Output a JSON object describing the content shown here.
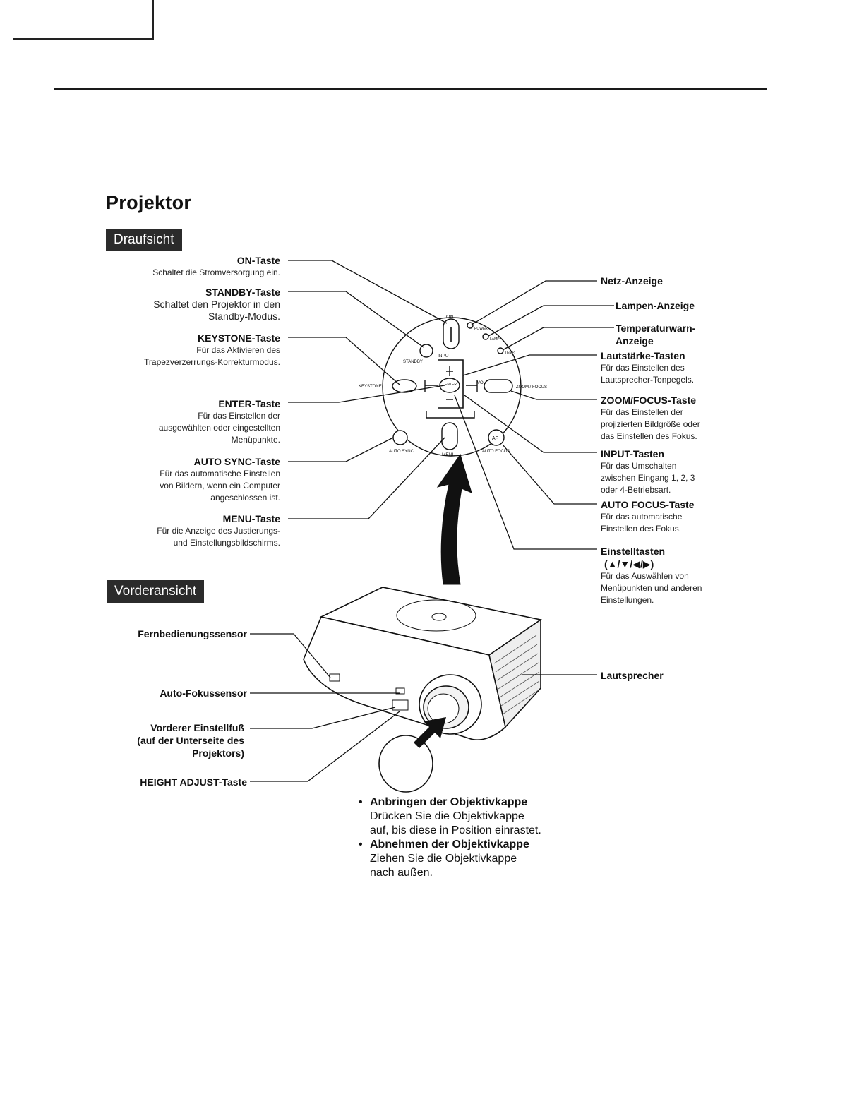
{
  "page": {
    "title": "Projektor",
    "section_top": "Draufsicht",
    "section_front": "Vorderansicht"
  },
  "top_view": {
    "left_labels": [
      {
        "title": "ON-Taste",
        "desc": [
          "Schaltet die Stromversorgung ein."
        ]
      },
      {
        "title": "STANDBY-Taste",
        "desc": [
          "Schaltet den Projektor in den",
          "Standby-Modus."
        ]
      },
      {
        "title": "KEYSTONE-Taste",
        "desc": [
          "Für das Aktivieren des",
          "Trapezverzerrungs-Korrekturmodus."
        ]
      },
      {
        "title": "ENTER-Taste",
        "desc": [
          "Für das Einstellen der",
          "ausgewählten oder eingestellten",
          "Menüpunkte."
        ]
      },
      {
        "title": "AUTO SYNC-Taste",
        "desc": [
          "Für das automatische Einstellen",
          "von Bildern, wenn ein Computer",
          "angeschlossen ist."
        ]
      },
      {
        "title": "MENU-Taste",
        "desc": [
          "Für die Anzeige des Justierungs-",
          "und Einstellungsbildschirms."
        ]
      }
    ],
    "right_labels": [
      {
        "title": "Netz-Anzeige",
        "desc": []
      },
      {
        "title": "Lampen-Anzeige",
        "desc": []
      },
      {
        "title": "Temperaturwarn-",
        "title2": "Anzeige",
        "desc": []
      },
      {
        "title": "Lautstärke-Tasten",
        "desc": [
          "Für das Einstellen des",
          "Lautsprecher-Tonpegels."
        ]
      },
      {
        "title": "ZOOM/FOCUS-Taste",
        "desc": [
          "Für das Einstellen der",
          "projizierten Bildgröße oder",
          "das Einstellen des Fokus."
        ]
      },
      {
        "title": "INPUT-Tasten",
        "desc": [
          "Für das Umschalten",
          "zwischen Eingang 1, 2, 3",
          "oder 4-Betriebsart."
        ]
      },
      {
        "title": "AUTO FOCUS-Taste",
        "desc": [
          "Für das automatische",
          "Einstellen des Fokus."
        ]
      },
      {
        "title": "Einstelltasten",
        "title2": "(▲/▼/◀/▶)",
        "desc": [
          "Für das Auswählen von",
          "Menüpunkten und anderen",
          "Einstellungen."
        ]
      }
    ],
    "panel_text": {
      "on": "ON",
      "standby": "STANDBY",
      "input": "INPUT",
      "keystone": "KEYSTONE",
      "enter": "ENTER",
      "vol": "VOL",
      "zoom_focus": "ZOOM / FOCUS",
      "auto_sync": "AUTO SYNC",
      "menu": "MENU",
      "auto_focus": "AUTO FOCUS",
      "af": "AF",
      "power": "POWER",
      "lamp": "LAMP",
      "temp": "TEMP."
    }
  },
  "front_view": {
    "left_labels": [
      {
        "lines": [
          "Fernbedienungssensor"
        ]
      },
      {
        "lines": [
          "Auto-Fokussensor"
        ]
      },
      {
        "lines": [
          "Vorderer Einstellfuß",
          "(auf der Unterseite des",
          "Projektors)"
        ]
      },
      {
        "lines": [
          "HEIGHT ADJUST-Taste"
        ]
      }
    ],
    "right_labels": [
      {
        "lines": [
          "Lautsprecher"
        ]
      }
    ]
  },
  "lens_cap": [
    {
      "heading": "Anbringen der Objektivkappe",
      "body": [
        "Drücken Sie die Objektivkappe",
        "auf, bis diese in Position einrastet."
      ]
    },
    {
      "heading": "Abnehmen der Objektivkappe",
      "body": [
        "Ziehen Sie die Objektivkappe",
        "nach außen."
      ]
    }
  ],
  "icons": {
    "bullet": "•",
    "power": "power-icon",
    "lamp": "lamp-icon",
    "thermometer": "thermometer-icon"
  },
  "colors": {
    "text": "#111111",
    "tag_bg": "#2b2b2b",
    "line": "#1a1a1a"
  }
}
